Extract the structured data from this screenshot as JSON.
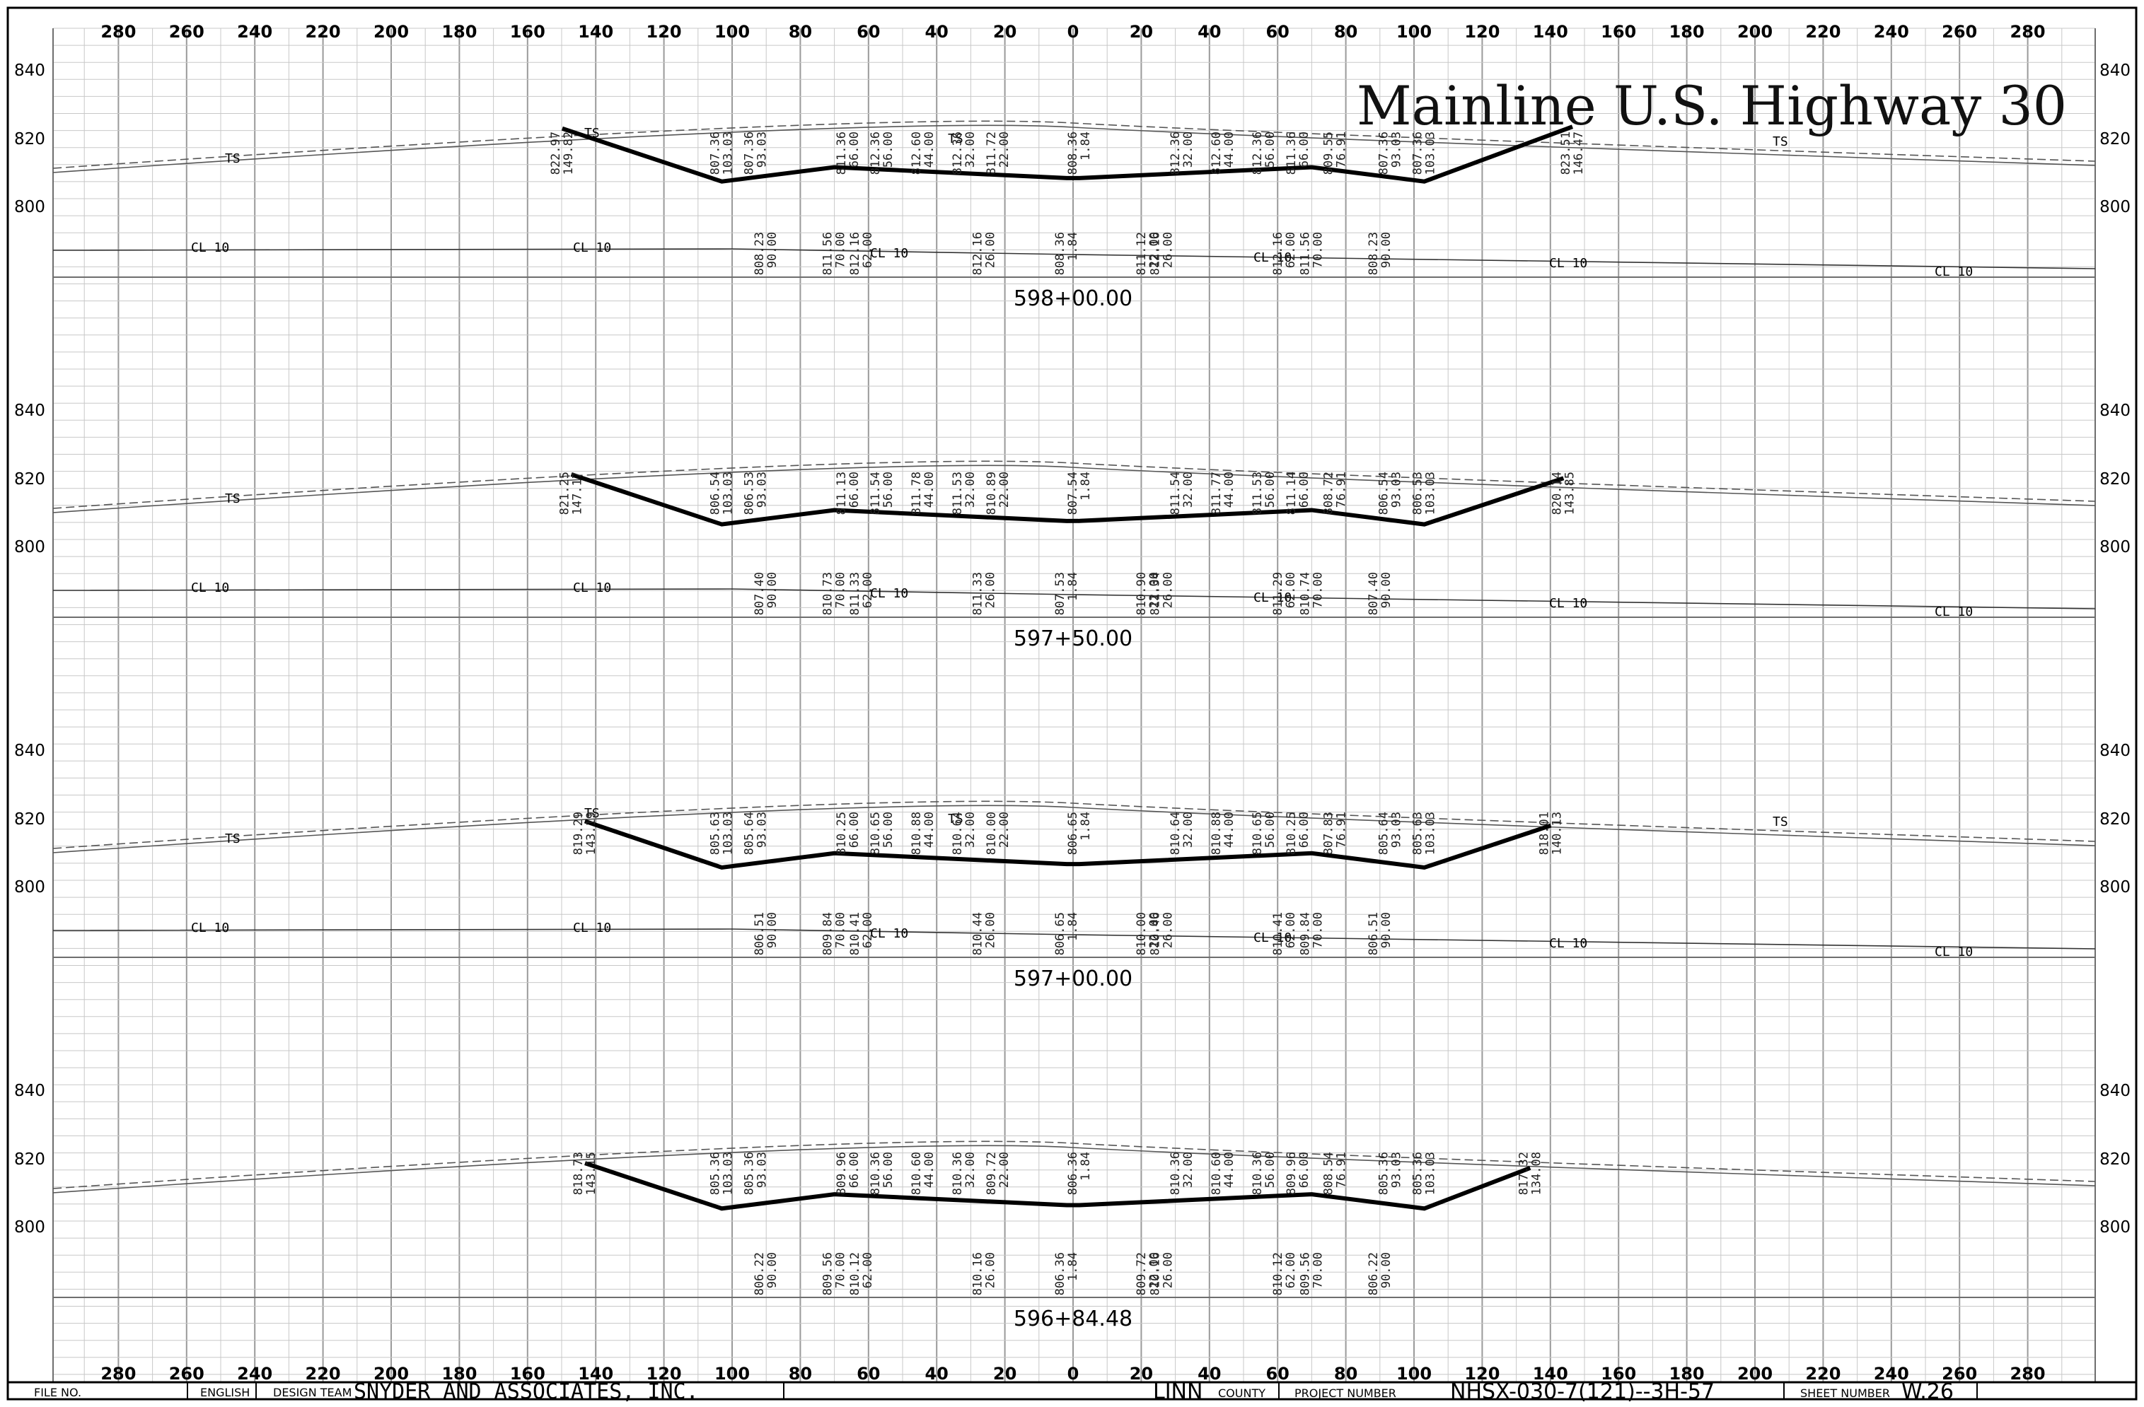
{
  "sheet": {
    "title": "Mainline U.S. Highway 30"
  },
  "x_axis": {
    "tick_labels": [
      "280",
      "260",
      "240",
      "220",
      "200",
      "180",
      "160",
      "140",
      "120",
      "100",
      "80",
      "60",
      "40",
      "20",
      "0",
      "20",
      "40",
      "60",
      "80",
      "100",
      "120",
      "140",
      "160",
      "180",
      "200",
      "220",
      "240",
      "260",
      "280"
    ]
  },
  "elevation_axis": {
    "tick_labels": [
      "840",
      "820",
      "800"
    ]
  },
  "sections": [
    {
      "station": "598+00.00",
      "profile_labels": {
        "cl_left": [
          "CL 10",
          "CL 10",
          "CL 10"
        ],
        "cl_right": [
          "CL 10",
          "CL 10",
          "CL 10"
        ],
        "ts_labels": [
          "TS",
          "TS",
          "TS",
          "TS"
        ]
      },
      "point_labels": [
        {
          "elev": "822.97",
          "off": "149.82"
        },
        {
          "elev": "807.36",
          "off": "103.03"
        },
        {
          "elev": "807.36",
          "off": "93.03"
        },
        {
          "elev": "808.23",
          "off": "90.00"
        },
        {
          "elev": "811.56",
          "off": "70.00"
        },
        {
          "elev": "811.36",
          "off": "66.00"
        },
        {
          "elev": "812.16",
          "off": "62.00"
        },
        {
          "elev": "812.36",
          "off": "56.00"
        },
        {
          "elev": "812.60",
          "off": "44.00"
        },
        {
          "elev": "812.36",
          "off": "32.00"
        },
        {
          "elev": "812.16",
          "off": "26.00"
        },
        {
          "elev": "811.72",
          "off": "22.00"
        },
        {
          "elev": "808.36",
          "off": "1.84"
        },
        {
          "elev": "808.36",
          "off": "1.84"
        },
        {
          "elev": "811.12",
          "off": "22.00"
        },
        {
          "elev": "812.16",
          "off": "26.00"
        },
        {
          "elev": "812.36",
          "off": "32.00"
        },
        {
          "elev": "812.60",
          "off": "44.00"
        },
        {
          "elev": "812.36",
          "off": "56.00"
        },
        {
          "elev": "812.16",
          "off": "62.00"
        },
        {
          "elev": "811.36",
          "off": "66.00"
        },
        {
          "elev": "811.56",
          "off": "70.00"
        },
        {
          "elev": "809.55",
          "off": "76.91"
        },
        {
          "elev": "808.23",
          "off": "90.00"
        },
        {
          "elev": "807.36",
          "off": "93.03"
        },
        {
          "elev": "807.36",
          "off": "103.03"
        },
        {
          "elev": "823.51",
          "off": "146.47"
        }
      ]
    },
    {
      "station": "597+50.00",
      "profile_labels": {
        "cl_left": [
          "CL 10",
          "CL 10",
          "CL 10"
        ],
        "cl_right": [
          "CL 10",
          "CL 10",
          "CL 10"
        ],
        "ts_labels": [
          "TS"
        ]
      },
      "point_labels": [
        {
          "elev": "821.25",
          "off": "147.17"
        },
        {
          "elev": "806.54",
          "off": "103.03"
        },
        {
          "elev": "806.53",
          "off": "93.03"
        },
        {
          "elev": "807.40",
          "off": "90.00"
        },
        {
          "elev": "810.73",
          "off": "70.00"
        },
        {
          "elev": "811.13",
          "off": "66.00"
        },
        {
          "elev": "811.33",
          "off": "62.00"
        },
        {
          "elev": "811.54",
          "off": "56.00"
        },
        {
          "elev": "811.78",
          "off": "44.00"
        },
        {
          "elev": "811.53",
          "off": "32.00"
        },
        {
          "elev": "811.33",
          "off": "26.00"
        },
        {
          "elev": "810.89",
          "off": "22.00"
        },
        {
          "elev": "807.53",
          "off": "1.84"
        },
        {
          "elev": "807.54",
          "off": "1.84"
        },
        {
          "elev": "810.90",
          "off": "22.00"
        },
        {
          "elev": "811.34",
          "off": "26.00"
        },
        {
          "elev": "811.54",
          "off": "32.00"
        },
        {
          "elev": "811.77",
          "off": "44.00"
        },
        {
          "elev": "811.53",
          "off": "56.00"
        },
        {
          "elev": "811.29",
          "off": "62.00"
        },
        {
          "elev": "811.14",
          "off": "66.00"
        },
        {
          "elev": "810.74",
          "off": "70.00"
        },
        {
          "elev": "808.72",
          "off": "76.91"
        },
        {
          "elev": "807.40",
          "off": "90.00"
        },
        {
          "elev": "806.54",
          "off": "93.03"
        },
        {
          "elev": "806.53",
          "off": "103.03"
        },
        {
          "elev": "820.14",
          "off": "143.85"
        }
      ]
    },
    {
      "station": "597+00.00",
      "profile_labels": {
        "cl_left": [
          "CL 10",
          "CL 10",
          "CL 10"
        ],
        "cl_right": [
          "CL 10",
          "CL 10",
          "CL 10"
        ],
        "ts_labels": [
          "TS",
          "TS",
          "TS",
          "TS"
        ]
      },
      "point_labels": [
        {
          "elev": "819.29",
          "off": "143.19"
        },
        {
          "elev": "805.63",
          "off": "103.03"
        },
        {
          "elev": "805.64",
          "off": "93.03"
        },
        {
          "elev": "806.51",
          "off": "90.00"
        },
        {
          "elev": "809.84",
          "off": "70.00"
        },
        {
          "elev": "810.25",
          "off": "66.00"
        },
        {
          "elev": "810.41",
          "off": "62.00"
        },
        {
          "elev": "810.65",
          "off": "56.00"
        },
        {
          "elev": "810.88",
          "off": "44.00"
        },
        {
          "elev": "810.64",
          "off": "32.00"
        },
        {
          "elev": "810.44",
          "off": "26.00"
        },
        {
          "elev": "810.00",
          "off": "22.00"
        },
        {
          "elev": "806.65",
          "off": "1.84"
        },
        {
          "elev": "806.65",
          "off": "1.84"
        },
        {
          "elev": "810.00",
          "off": "22.00"
        },
        {
          "elev": "810.46",
          "off": "26.00"
        },
        {
          "elev": "810.64",
          "off": "32.00"
        },
        {
          "elev": "810.88",
          "off": "44.00"
        },
        {
          "elev": "810.65",
          "off": "56.00"
        },
        {
          "elev": "810.41",
          "off": "62.00"
        },
        {
          "elev": "810.25",
          "off": "66.00"
        },
        {
          "elev": "809.84",
          "off": "70.00"
        },
        {
          "elev": "807.83",
          "off": "76.91"
        },
        {
          "elev": "806.51",
          "off": "90.00"
        },
        {
          "elev": "805.64",
          "off": "93.03"
        },
        {
          "elev": "805.63",
          "off": "103.03"
        },
        {
          "elev": "818.01",
          "off": "140.13"
        }
      ]
    },
    {
      "station": "596+84.48",
      "profile_labels": {
        "cl_left": [],
        "cl_right": [],
        "ts_labels": []
      },
      "point_labels": [
        {
          "elev": "818.73",
          "off": "143.15"
        },
        {
          "elev": "805.36",
          "off": "103.03"
        },
        {
          "elev": "805.36",
          "off": "93.03"
        },
        {
          "elev": "806.22",
          "off": "90.00"
        },
        {
          "elev": "809.56",
          "off": "70.00"
        },
        {
          "elev": "809.96",
          "off": "66.00"
        },
        {
          "elev": "810.12",
          "off": "62.00"
        },
        {
          "elev": "810.36",
          "off": "56.00"
        },
        {
          "elev": "810.60",
          "off": "44.00"
        },
        {
          "elev": "810.36",
          "off": "32.00"
        },
        {
          "elev": "810.16",
          "off": "26.00"
        },
        {
          "elev": "809.72",
          "off": "22.00"
        },
        {
          "elev": "806.36",
          "off": "1.84"
        },
        {
          "elev": "806.36",
          "off": "1.84"
        },
        {
          "elev": "809.72",
          "off": "22.00"
        },
        {
          "elev": "810.16",
          "off": "26.00"
        },
        {
          "elev": "810.36",
          "off": "32.00"
        },
        {
          "elev": "810.60",
          "off": "44.00"
        },
        {
          "elev": "810.36",
          "off": "56.00"
        },
        {
          "elev": "810.12",
          "off": "62.00"
        },
        {
          "elev": "809.96",
          "off": "66.00"
        },
        {
          "elev": "809.56",
          "off": "70.00"
        },
        {
          "elev": "808.54",
          "off": "76.91"
        },
        {
          "elev": "806.22",
          "off": "90.00"
        },
        {
          "elev": "805.36",
          "off": "93.03"
        },
        {
          "elev": "805.36",
          "off": "103.03"
        },
        {
          "elev": "817.32",
          "off": "134.08"
        }
      ]
    }
  ],
  "title_block": {
    "file_no_label": "FILE NO.",
    "english_label": "ENGLISH",
    "design_team_label": "DESIGN TEAM",
    "design_team_value": "SNYDER AND ASSOCIATES, INC.",
    "county_value": "LINN",
    "county_label": "COUNTY",
    "project_number_label": "PROJECT NUMBER",
    "project_number_value": "NHSX-030-7(121)--3H-57",
    "sheet_number_label": "SHEET NUMBER",
    "sheet_number_value": "W.26"
  }
}
